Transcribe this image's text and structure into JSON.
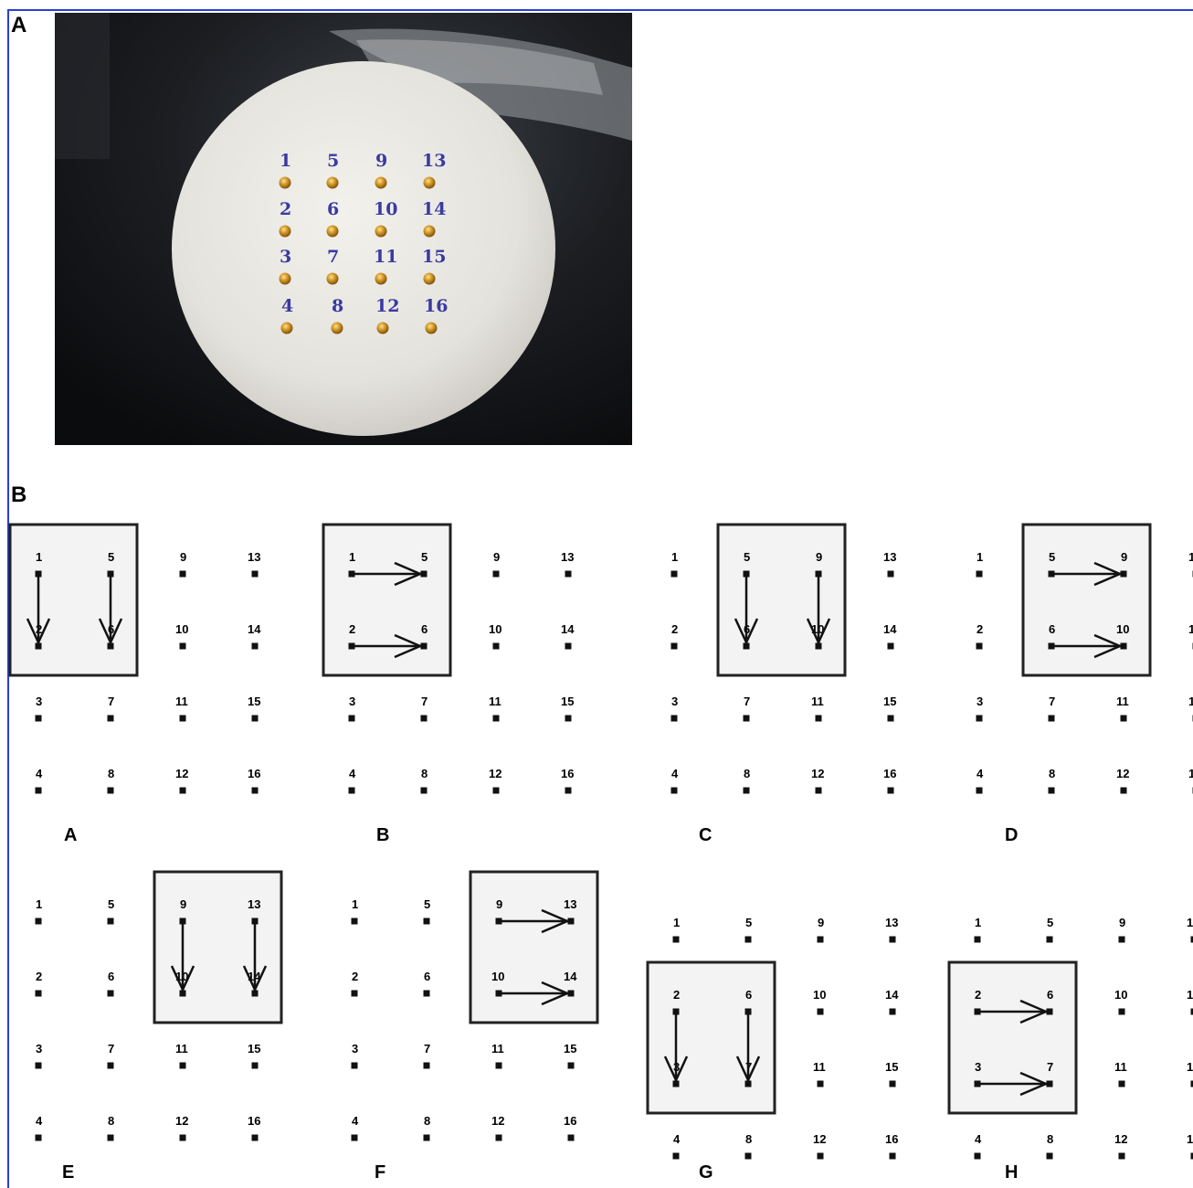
{
  "panel_labels": {
    "top": "A",
    "bottom": "B"
  },
  "photo": {
    "electrode_labels": [
      "1",
      "5",
      "9",
      "13",
      "2",
      "6",
      "10",
      "14",
      "3",
      "7",
      "11",
      "15",
      "4",
      "8",
      "12",
      "16"
    ],
    "label_color": "#3a3aa0",
    "electrode_color": "#c8901e"
  },
  "grid_numbers": [
    [
      "1",
      "5",
      "9",
      "13"
    ],
    [
      "2",
      "6",
      "10",
      "14"
    ],
    [
      "3",
      "7",
      "11",
      "15"
    ],
    [
      "4",
      "8",
      "12",
      "16"
    ]
  ],
  "diagrams": [
    {
      "label": "A",
      "box_cols": [
        0,
        1
      ],
      "box_rows": [
        0,
        1
      ],
      "direction": "down"
    },
    {
      "label": "B",
      "box_cols": [
        0,
        1
      ],
      "box_rows": [
        0,
        1
      ],
      "direction": "right"
    },
    {
      "label": "C",
      "box_cols": [
        1,
        2
      ],
      "box_rows": [
        0,
        1
      ],
      "direction": "down"
    },
    {
      "label": "D",
      "box_cols": [
        1,
        2
      ],
      "box_rows": [
        0,
        1
      ],
      "direction": "right"
    },
    {
      "label": "E",
      "box_cols": [
        2,
        3
      ],
      "box_rows": [
        0,
        1
      ],
      "direction": "down"
    },
    {
      "label": "F",
      "box_cols": [
        2,
        3
      ],
      "box_rows": [
        0,
        1
      ],
      "direction": "right"
    },
    {
      "label": "G",
      "box_cols": [
        0,
        1
      ],
      "box_rows": [
        1,
        2
      ],
      "direction": "down"
    },
    {
      "label": "H",
      "box_cols": [
        0,
        1
      ],
      "box_rows": [
        1,
        2
      ],
      "direction": "right"
    }
  ],
  "colors": {
    "frame": "#2b3fd6",
    "box_fill": "#f3f3f3",
    "ink": "#111111"
  }
}
